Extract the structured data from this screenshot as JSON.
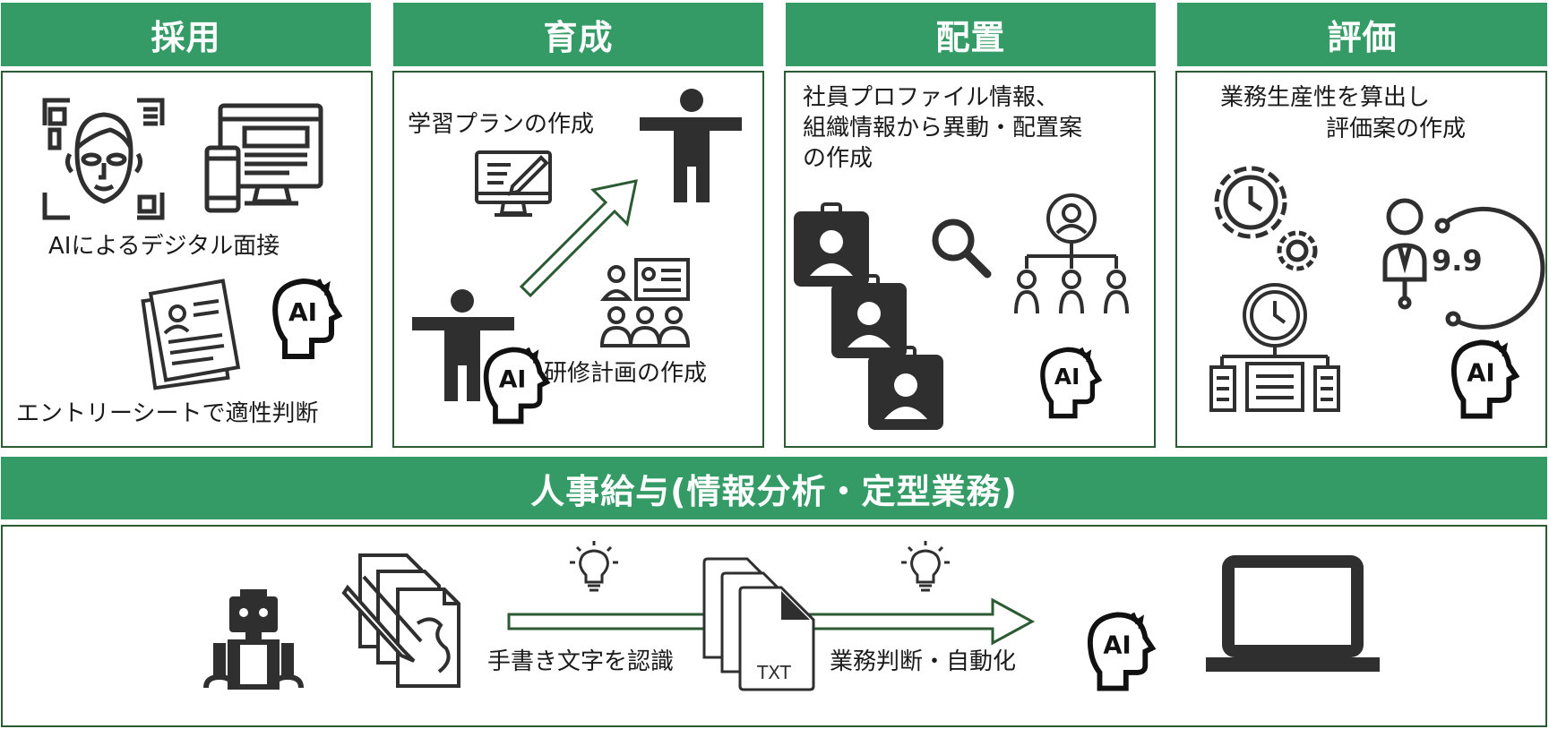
{
  "headers": {
    "recruit": "採用",
    "training": "育成",
    "placement": "配置",
    "evaluation": "評価",
    "hr_payroll": "人事給与(情報分析・定型業務)"
  },
  "recruit": {
    "interview_label": "AIによるデジタル面接",
    "entry_label": "エントリーシートで適性判断"
  },
  "training": {
    "plan_label": "学習プランの作成",
    "program_label": "研修計画の作成"
  },
  "placement": {
    "desc_line1": "社員プロファイル情報、",
    "desc_line2": "組織情報から異動・配置案",
    "desc_line3": "の作成"
  },
  "evaluation": {
    "desc_line1": "業務生産性を算出し",
    "desc_line2": "評価案の作成",
    "score": "9.9"
  },
  "payroll": {
    "ocr_label": "手書き文字を認識",
    "auto_label": "業務判断・自動化",
    "txt_label": "TXT"
  },
  "ai_text": "AI",
  "colors": {
    "header_green": "#359b66",
    "border": "#2c5a33",
    "icon": "#2f2f2f"
  }
}
